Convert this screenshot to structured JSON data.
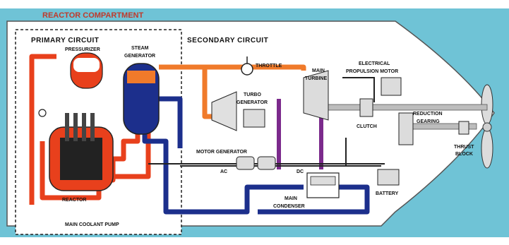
{
  "title": "REACTOR COMPARTMENT",
  "sections": {
    "primary": "PRIMARY CIRCUIT",
    "secondary": "SECONDARY CIRCUIT"
  },
  "components": {
    "pressurizer": "PRESSURIZER",
    "steam_generator_1": "STEAM",
    "steam_generator_2": "GENERATOR",
    "throttle": "THROTTLE",
    "turbo_generator_1": "TURBO",
    "turbo_generator_2": "GENERATOR",
    "main_turbine_1": "MAIN",
    "main_turbine_2": "TURBINE",
    "electrical_motor_1": "ELECTRICAL",
    "electrical_motor_2": "PROPULSION MOTOR",
    "clutch": "CLUTCH",
    "reduction_gearing_1": "REDUCTION",
    "reduction_gearing_2": "GEARING",
    "thrust_block_1": "THRUST",
    "thrust_block_2": "BLOCK",
    "motor_generator": "MOTOR GENERATOR",
    "ac": "AC",
    "dc": "DC",
    "reactor": "REACTOR",
    "main_condenser_1": "MAIN",
    "main_condenser_2": "CONDENSER",
    "battery": "BATTERY",
    "main_coolant_pump": "MAIN COOLANT PUMP"
  },
  "colors": {
    "sea": "#6fc3d6",
    "hull": "#ffffff",
    "hot_loop": "#e8401c",
    "cold_loop": "#1c2f8c",
    "steam": "#f07a2a",
    "condensate": "#7b2a8c",
    "shaft": "#bdbdbd"
  }
}
